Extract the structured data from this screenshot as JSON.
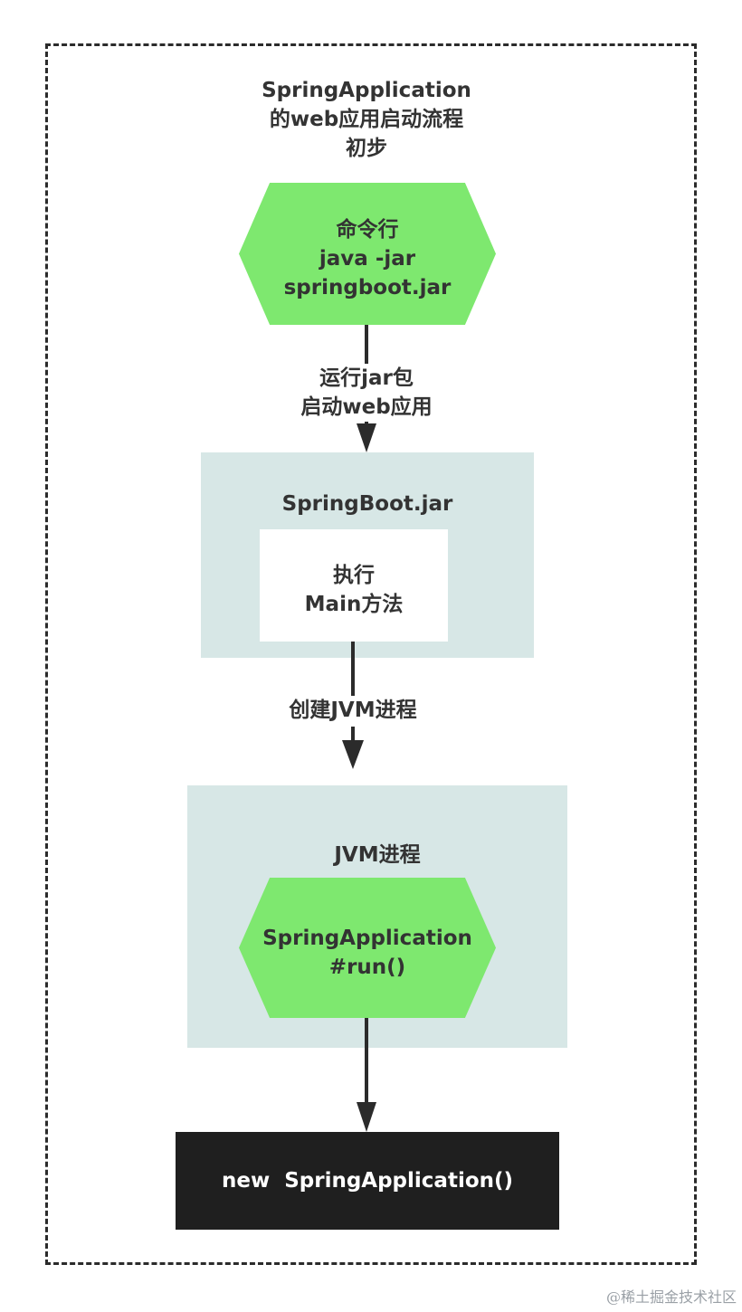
{
  "title": {
    "line1": "SpringApplication",
    "line2": "的web应用启动流程",
    "line3": "初步"
  },
  "nodes": {
    "command_line": {
      "line1": "命令行",
      "line2": "java -jar",
      "line3": "springboot.jar"
    },
    "springboot_jar": {
      "title": "SpringBoot.jar",
      "inner_line1": "执行",
      "inner_line2": "Main方法"
    },
    "jvm_process": {
      "title": "JVM进程",
      "inner_line1": "SpringApplication",
      "inner_line2": "#run()"
    },
    "new_app": {
      "label": "new  SpringApplication()"
    }
  },
  "edges": {
    "run_jar": {
      "line1": "运行jar包",
      "line2": "启动web应用"
    },
    "create_jvm": {
      "label": "创建JVM进程"
    }
  },
  "colors": {
    "hexagon_fill": "#7ee86f",
    "panel_fill": "#d7e7e6",
    "dark_box_fill": "#1f1f1f",
    "frame_stroke": "#2b2b2b"
  },
  "watermark": "@稀土掘金技术社区"
}
